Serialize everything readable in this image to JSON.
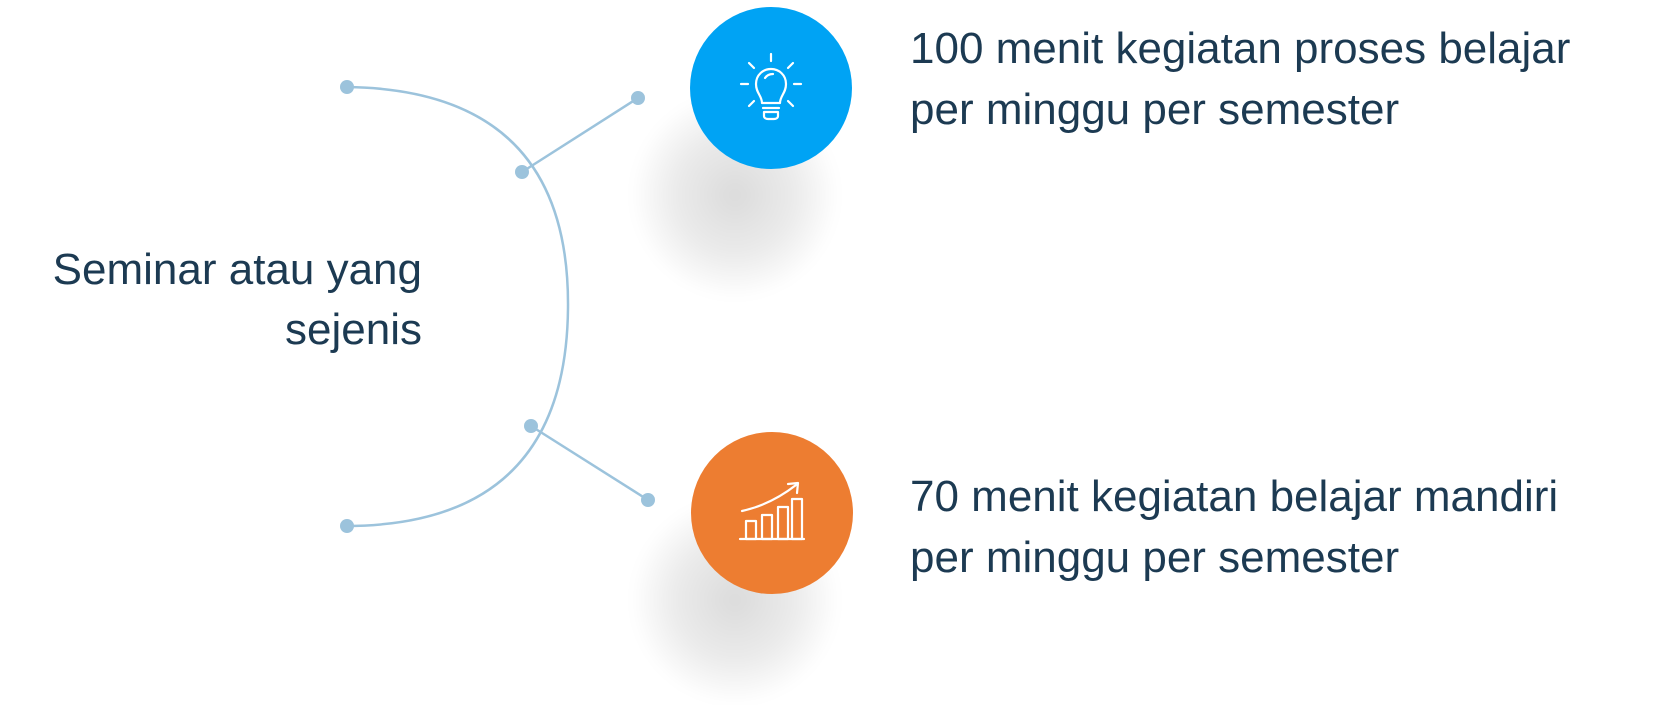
{
  "center": {
    "line1": "Seminar atau yang",
    "line2": "sejenis"
  },
  "items": [
    {
      "line1": "100 menit kegiatan proses belajar",
      "line2": "per minggu per semester",
      "icon": "lightbulb-icon",
      "color": "#00a3f4"
    },
    {
      "line1": "70 menit kegiatan belajar mandiri",
      "line2": "per minggu per semester",
      "icon": "growth-chart-icon",
      "color": "#ed7d31"
    }
  ],
  "connector_color": "#9cc3dc"
}
